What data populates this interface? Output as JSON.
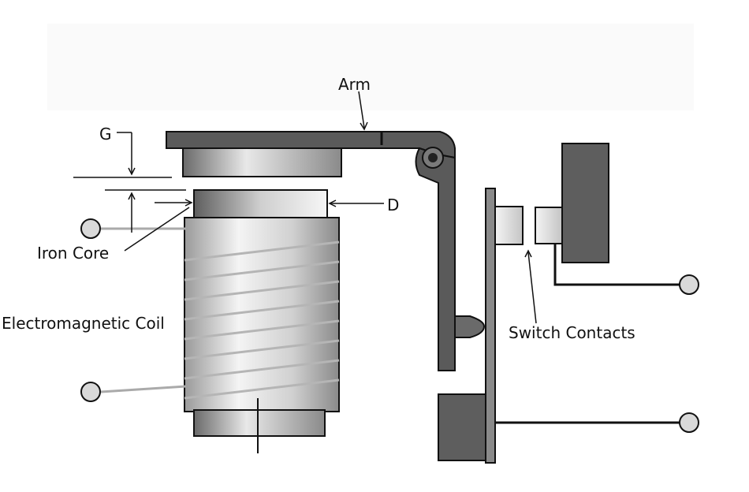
{
  "labels": {
    "arm": "Arm",
    "gap": "G",
    "distance": "D",
    "iron_core": "Iron Core",
    "coil": "Electromagnetic Coil",
    "switch_contacts": "Switch Contacts"
  },
  "colors": {
    "arm": "#595959",
    "block": "#5e5e5e",
    "core_light": "#f2f2f2",
    "core_dark": "#8c8c8c",
    "coil_wire": "#b5b5b5",
    "terminal": "#d9d9d9",
    "line": "#111111"
  }
}
